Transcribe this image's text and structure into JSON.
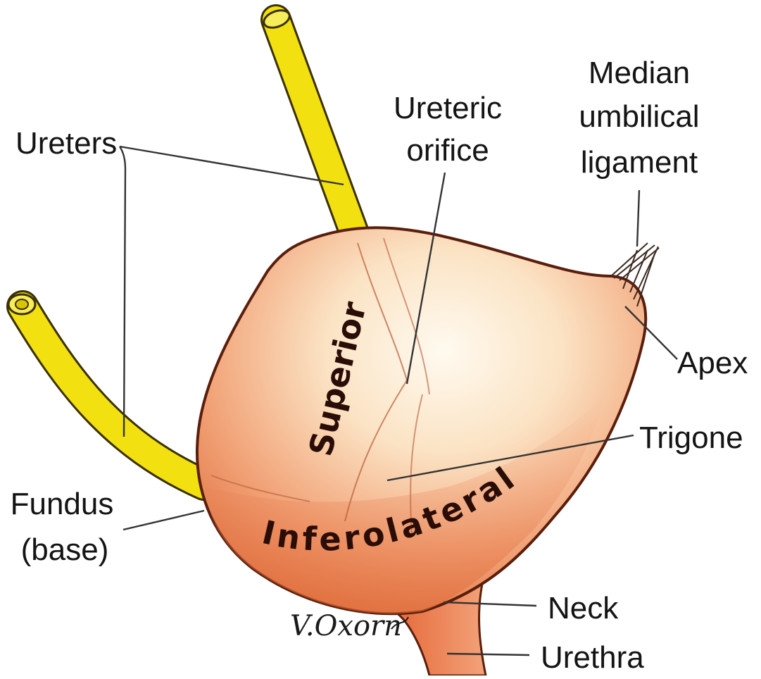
{
  "labels": {
    "ureters": "Ureters",
    "ureteric_orifice_line1": "Ureteric",
    "ureteric_orifice_line2": "orifice",
    "median_line1": "Median",
    "median_line2": "umbilical",
    "median_line3": "ligament",
    "apex": "Apex",
    "trigone": "Trigone",
    "fundus_line1": "Fundus",
    "fundus_line2": "(base)",
    "neck": "Neck",
    "urethra": "Urethra",
    "superior_surface": "Superior",
    "inferolateral_surface": "Inferolateral"
  },
  "signature": "V.Oxorn",
  "colors": {
    "bladder_light": "#fbe3c4",
    "bladder_mid": "#f2a57a",
    "bladder_dark": "#e87a4c",
    "bladder_outline": "#5a1e0c",
    "ureter": "#f2e010",
    "ureter_outline": "#3a3000",
    "text": "#141414"
  }
}
